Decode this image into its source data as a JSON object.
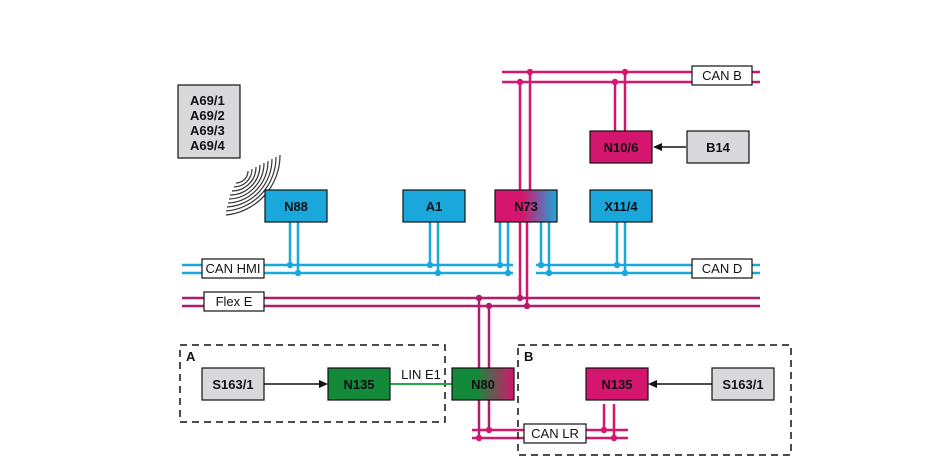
{
  "colors": {
    "can_blue": "#1aa7dc",
    "can_magenta": "#d4166e",
    "flex_purple": "#b01d6b",
    "lin_green": "#28a745",
    "green_box": "#13893a",
    "grey_box": "#d9d9db",
    "dark": "#111111"
  },
  "ecus": {
    "n88": "N88",
    "a1": "A1",
    "n73": "N73",
    "x11_4": "X11/4",
    "n10_6": "N10/6",
    "b14": "B14",
    "n80": "N80",
    "n135_a": "N135",
    "s163_1_a": "S163/1",
    "n135_b": "N135",
    "s163_1_b": "S163/1"
  },
  "antenna": {
    "lines": [
      "A69/1",
      "A69/2",
      "A69/3",
      "A69/4"
    ],
    "icon": "radio-waves-icon"
  },
  "buses": {
    "can_b": "CAN B",
    "can_hmi": "CAN HMI",
    "can_d": "CAN D",
    "flex_e": "Flex E",
    "lin_e1": "LIN E1",
    "can_lr": "CAN LR"
  },
  "groups": {
    "a": "A",
    "b": "B"
  }
}
